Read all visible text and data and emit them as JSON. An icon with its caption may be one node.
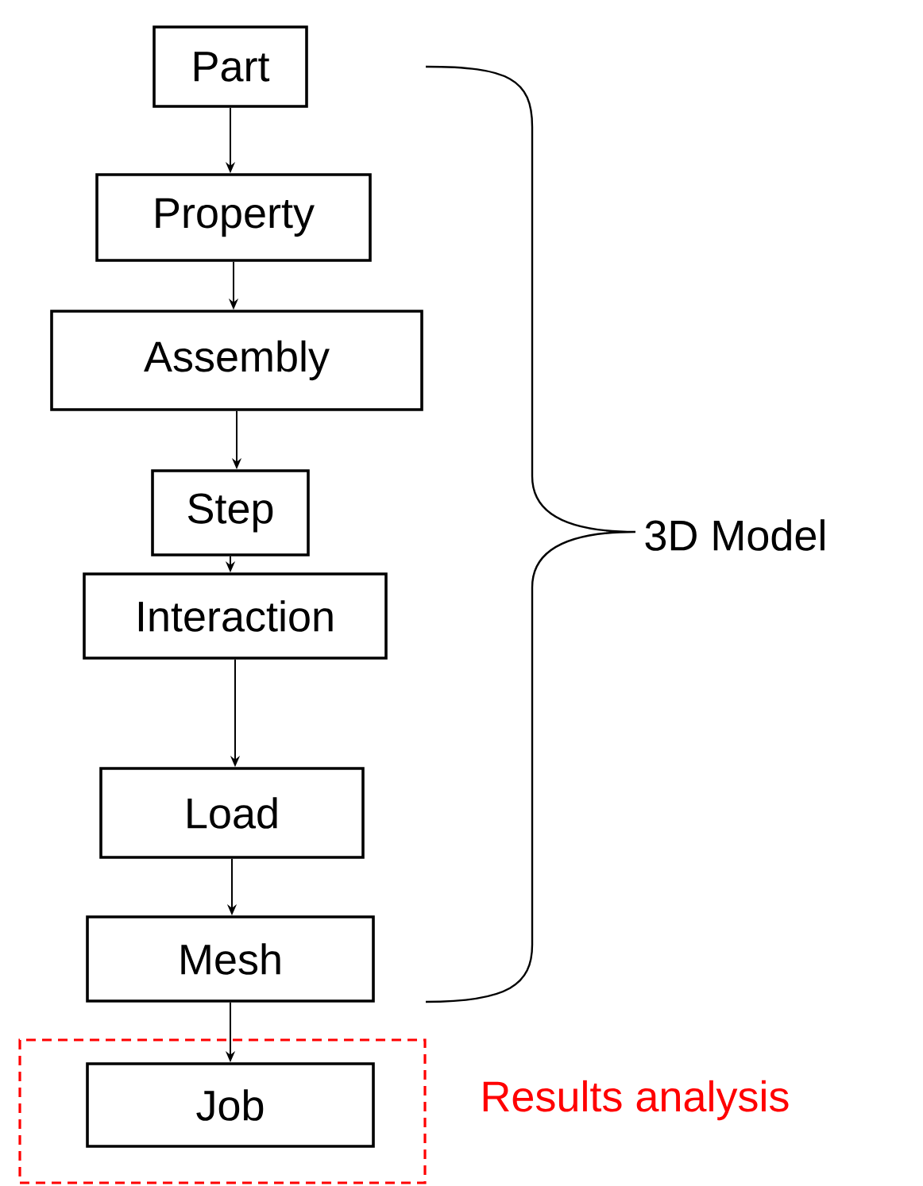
{
  "diagram": {
    "nodes": [
      {
        "text": [
          "Part"
        ]
      },
      {
        "text": [
          "Property"
        ]
      },
      {
        "text": [
          "Assembly"
        ]
      },
      {
        "text": [
          "Step"
        ]
      },
      {
        "text": [
          "Interaction"
        ]
      },
      {
        "text": [
          "Load"
        ]
      },
      {
        "text": [
          "Mesh"
        ]
      },
      {
        "text": [
          "Results analysis"
        ]
      },
      {
        "text": [
          "Job"
        ],
        "in": 7
      }
    ],
    "edges": [
      {
        "from": 0,
        "to": 1,
        "arrow": "to"
      },
      {
        "from": 1,
        "to": 2,
        "arrow": "to"
      },
      {
        "from": 2,
        "to": 3,
        "arrow": "to"
      },
      {
        "from": 3,
        "to": 4,
        "arrow": "to"
      },
      {
        "from": 4,
        "to": 5,
        "arrow": "to"
      },
      {
        "from": 5,
        "to": 6,
        "arrow": "to"
      },
      {
        "from": 6,
        "to": 8,
        "arrow": "to"
      }
    ],
    "labels": [
      "3D Model"
    ]
  }
}
